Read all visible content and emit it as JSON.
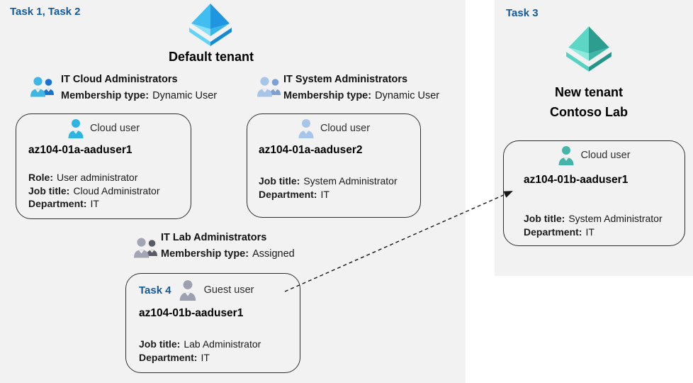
{
  "colors": {
    "task_label_blue": "#15599d",
    "panel_background": "#f2f2f2",
    "box_border": "#2d2d2d",
    "arrow": "#161616",
    "azure_ad_blue": "#1f97e0",
    "azure_ad_teal": "#2d9d90",
    "cloud_user_cyan": "#2cb5e3",
    "cloud_user_steel": "#a6c5e8",
    "guest_user_gray": "#9da0af",
    "cloud_user_teal": "#46b5a9"
  },
  "left_panel": {
    "task_label": "Task 1, Task 2",
    "tenant_icon": "azure-ad-icon-blue",
    "tenant_name": "Default tenant",
    "groups": [
      {
        "icon": "group-users-icon-blue",
        "name": "IT Cloud Administrators",
        "membership_label": "Membership type:",
        "membership_value": "Dynamic User",
        "user_card": {
          "user_icon": "person-icon-cyan",
          "type_label": "Cloud user",
          "username": "az104-01a-aaduser1",
          "attributes": [
            {
              "label": "Role:",
              "value": "User administrator"
            },
            {
              "label": "Job title:",
              "value": "Cloud Administrator"
            },
            {
              "label": "Department:",
              "value": "IT"
            }
          ]
        }
      },
      {
        "icon": "group-users-icon-steel",
        "name": "IT System Administrators",
        "membership_label": "Membership type:",
        "membership_value": "Dynamic User",
        "user_card": {
          "user_icon": "person-icon-steel",
          "type_label": "Cloud user",
          "username": "az104-01a-aaduser2",
          "attributes": [
            {
              "label": "Job title:",
              "value": "System Administrator"
            },
            {
              "label": "Department:",
              "value": "IT"
            }
          ]
        }
      },
      {
        "icon": "group-users-icon-gray",
        "name": "IT Lab Administrators",
        "membership_label": "Membership type:",
        "membership_value": "Assigned",
        "user_card": {
          "task_label": "Task 4",
          "user_icon": "person-icon-gray",
          "type_label": "Guest user",
          "username": "az104-01b-aaduser1",
          "attributes": [
            {
              "label": "Job title:",
              "value": "Lab Administrator"
            },
            {
              "label": "Department:",
              "value": "IT"
            }
          ]
        }
      }
    ]
  },
  "right_panel": {
    "task_label": "Task 3",
    "tenant_icon": "azure-ad-icon-teal",
    "tenant_name_line1": "New tenant",
    "tenant_name_line2": "Contoso Lab",
    "user_card": {
      "user_icon": "person-icon-teal",
      "type_label": "Cloud user",
      "username": "az104-01b-aaduser1",
      "attributes": [
        {
          "label": "Job title:",
          "value": "System Administrator"
        },
        {
          "label": "Department:",
          "value": "IT"
        }
      ]
    }
  },
  "arrow": {
    "style": "dashed",
    "from": "guest-user-card",
    "to": "new-tenant-cloud-user-card"
  }
}
